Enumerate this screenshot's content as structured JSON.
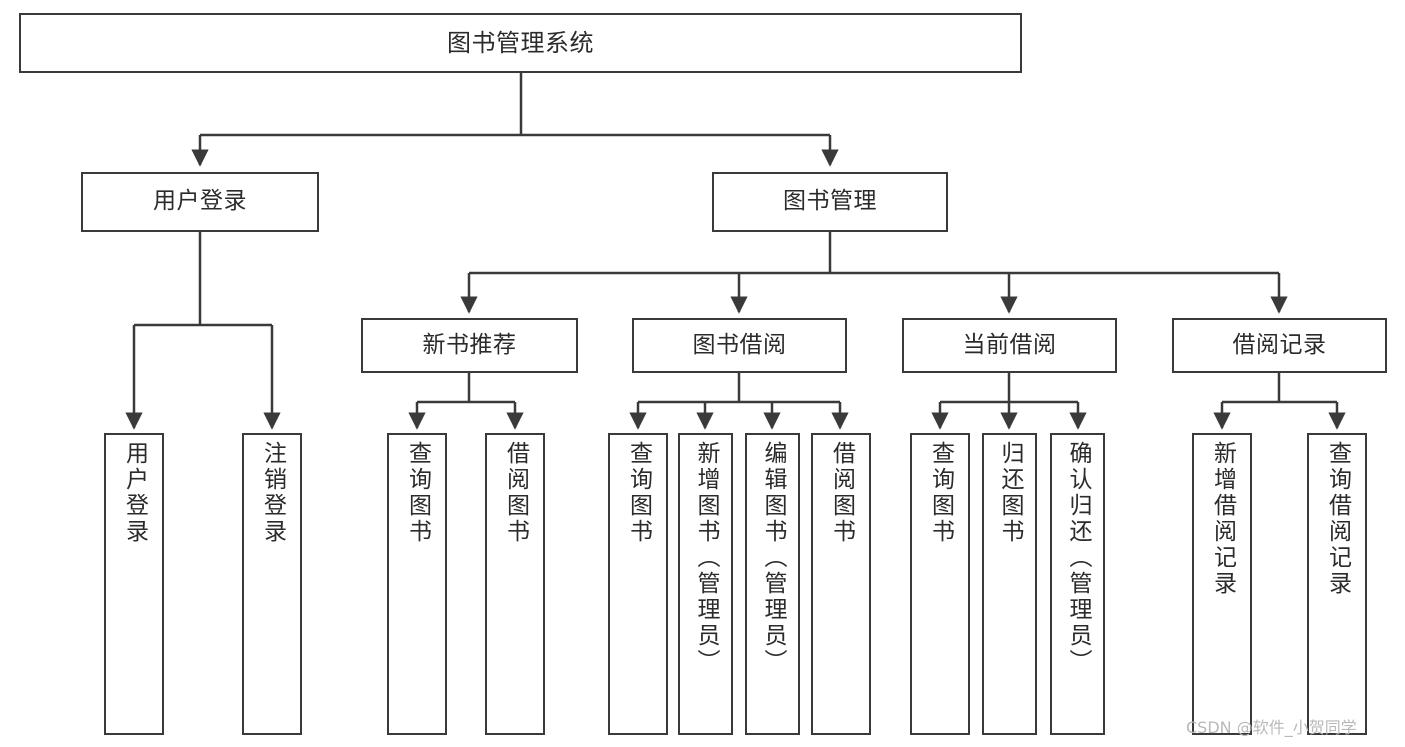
{
  "diagram": {
    "title": "图书管理系统",
    "type": "tree-hierarchy",
    "root": {
      "label": "图书管理系统"
    },
    "level2": [
      {
        "label": "用户登录"
      },
      {
        "label": "图书管理"
      }
    ],
    "level3": [
      {
        "label": "新书推荐"
      },
      {
        "label": "图书借阅"
      },
      {
        "label": "当前借阅"
      },
      {
        "label": "借阅记录"
      }
    ],
    "leaves": [
      {
        "label": "用户登录",
        "parent": "用户登录"
      },
      {
        "label": "注销登录",
        "parent": "用户登录"
      },
      {
        "label": "查询图书",
        "parent": "新书推荐"
      },
      {
        "label": "借阅图书",
        "parent": "新书推荐"
      },
      {
        "label": "查询图书",
        "parent": "图书借阅"
      },
      {
        "label": "新增图书（管理员）",
        "parent": "图书借阅"
      },
      {
        "label": "编辑图书（管理员）",
        "parent": "图书借阅"
      },
      {
        "label": "借阅图书",
        "parent": "图书借阅"
      },
      {
        "label": "查询图书",
        "parent": "当前借阅"
      },
      {
        "label": "归还图书",
        "parent": "当前借阅"
      },
      {
        "label": "确认归还（管理员）",
        "parent": "当前借阅"
      },
      {
        "label": "新增借阅记录",
        "parent": "借阅记录"
      },
      {
        "label": "查询借阅记录",
        "parent": "借阅记录"
      }
    ]
  },
  "watermark": {
    "text": "CSDN @软件_小贺同学"
  },
  "colors": {
    "stroke": "#3a3a3a",
    "text": "#2b2b2b",
    "background": "#ffffff",
    "watermark": "#b9b9b9"
  }
}
